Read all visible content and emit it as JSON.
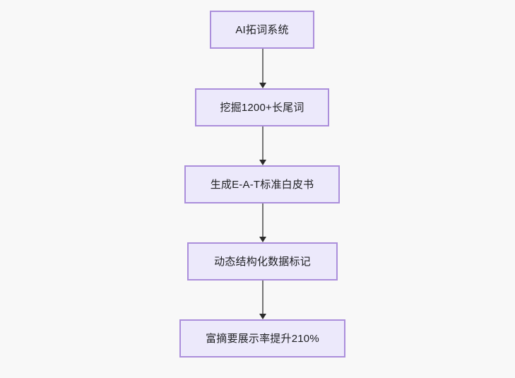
{
  "diagram": {
    "type": "flowchart",
    "orientation": "top-to-bottom",
    "background_color": "#f8f8f8",
    "node_fill_color": "#ece9fb",
    "node_border_color": "#ab8edb",
    "node_text_color": "#1f2023",
    "connector_color": "#767676",
    "arrowhead_color": "#2b2b2b",
    "nodes": [
      {
        "id": "node-1",
        "label": "AI拓词系统"
      },
      {
        "id": "node-2",
        "label": "挖掘1200+长尾词"
      },
      {
        "id": "node-3",
        "label": "生成E-A-T标准白皮书"
      },
      {
        "id": "node-4",
        "label": "动态结构化数据标记"
      },
      {
        "id": "node-5",
        "label": "富摘要展示率提升210%"
      }
    ],
    "edges": [
      {
        "id": "connector-1",
        "from": "node-1",
        "to": "node-2",
        "arrow": "arrow-down-icon"
      },
      {
        "id": "connector-2",
        "from": "node-2",
        "to": "node-3",
        "arrow": "arrow-down-icon"
      },
      {
        "id": "connector-3",
        "from": "node-3",
        "to": "node-4",
        "arrow": "arrow-down-icon"
      },
      {
        "id": "connector-4",
        "from": "node-4",
        "to": "node-5",
        "arrow": "arrow-down-icon"
      }
    ]
  }
}
